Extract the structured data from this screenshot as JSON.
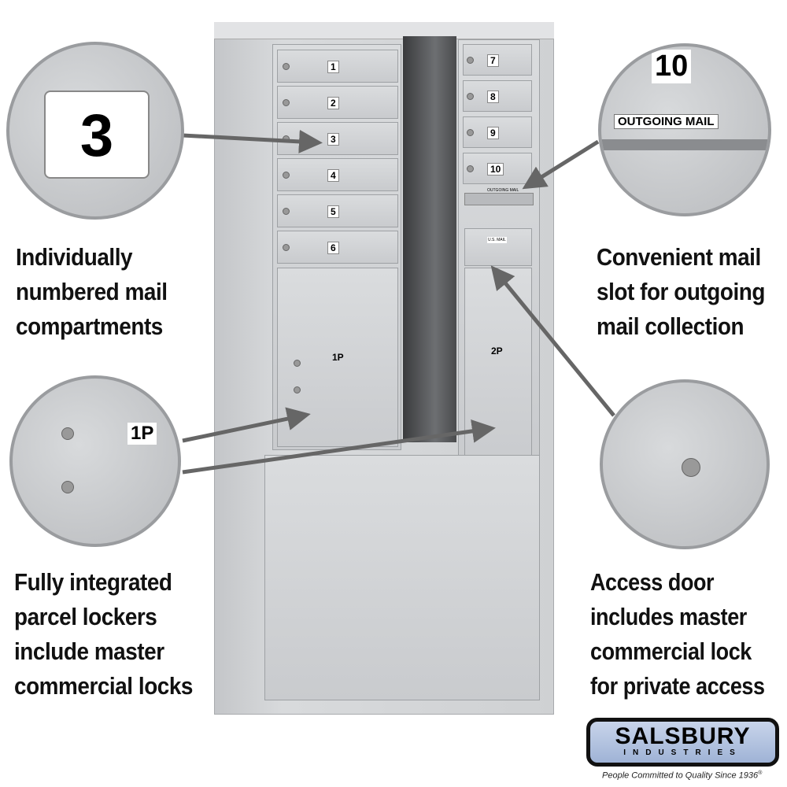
{
  "left_compartments": [
    "1",
    "2",
    "3",
    "4",
    "5",
    "6"
  ],
  "right_compartments": [
    "7",
    "8",
    "9",
    "10"
  ],
  "parcel_lockers": [
    "1P",
    "2P"
  ],
  "outgoing_slot_label": "OUTGOING MAIL",
  "access_door_label": "U.S. MAIL",
  "callouts": {
    "top_left": {
      "zoom_label": "3",
      "caption": [
        "Individually",
        "numbered mail",
        "compartments"
      ]
    },
    "bottom_left": {
      "zoom_label": "1P",
      "caption": [
        "Fully integrated",
        "parcel lockers",
        "include master",
        "commercial locks"
      ]
    },
    "top_right": {
      "zoom_number": "10",
      "zoom_label": "OUTGOING MAIL",
      "caption": [
        "Convenient mail",
        "slot for outgoing",
        "mail collection"
      ]
    },
    "bottom_right": {
      "caption": [
        "Access door",
        "includes master",
        "commercial lock",
        "for private access"
      ]
    }
  },
  "logo": {
    "name": "SALSBURY",
    "sub": "INDUSTRIES",
    "tagline": "People Committed to Quality Since 1936",
    "mark": "®"
  },
  "colors": {
    "arrow": "#666666",
    "metal": "#cfd1d3",
    "logo_blue": "#a9bcdc"
  }
}
